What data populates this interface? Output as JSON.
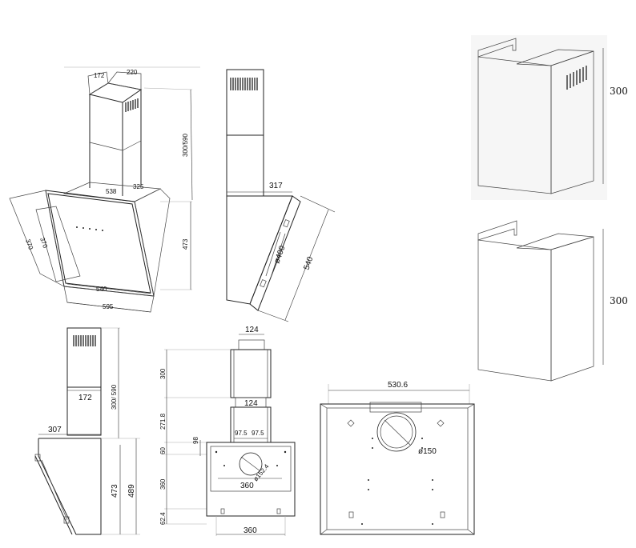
{
  "views": {
    "iso": {
      "chimney_depth": "172",
      "chimney_width": "220",
      "chimney_height": "300/590",
      "base_top_width": "538",
      "base_top_depth": "325",
      "side_width": "370",
      "side_depth": "370",
      "front_width": "540",
      "base_width": "595",
      "body_height": "473"
    },
    "side_top": {
      "overhang": "317",
      "duct": "ø400",
      "glass_len": "540"
    },
    "side_bottom": {
      "chimney_depth": "172",
      "chimney_height": "300/ 590",
      "overhang": "307",
      "body_height": "473",
      "total_height": "489"
    },
    "front": {
      "chimney_width": "124",
      "chimney_inner": "124",
      "h1": "300",
      "h2": "271.8",
      "h3": "60",
      "h4": "360",
      "h5": "62.4",
      "offset": "98",
      "half_l": "97.5",
      "half_r": "97.5",
      "duct": "ø152.4",
      "inner_width": "360",
      "base_width": "360"
    },
    "top": {
      "width": "530.6",
      "duct": "ø150"
    },
    "chimney_parts": {
      "upper_height": "300",
      "lower_height": "300"
    }
  }
}
